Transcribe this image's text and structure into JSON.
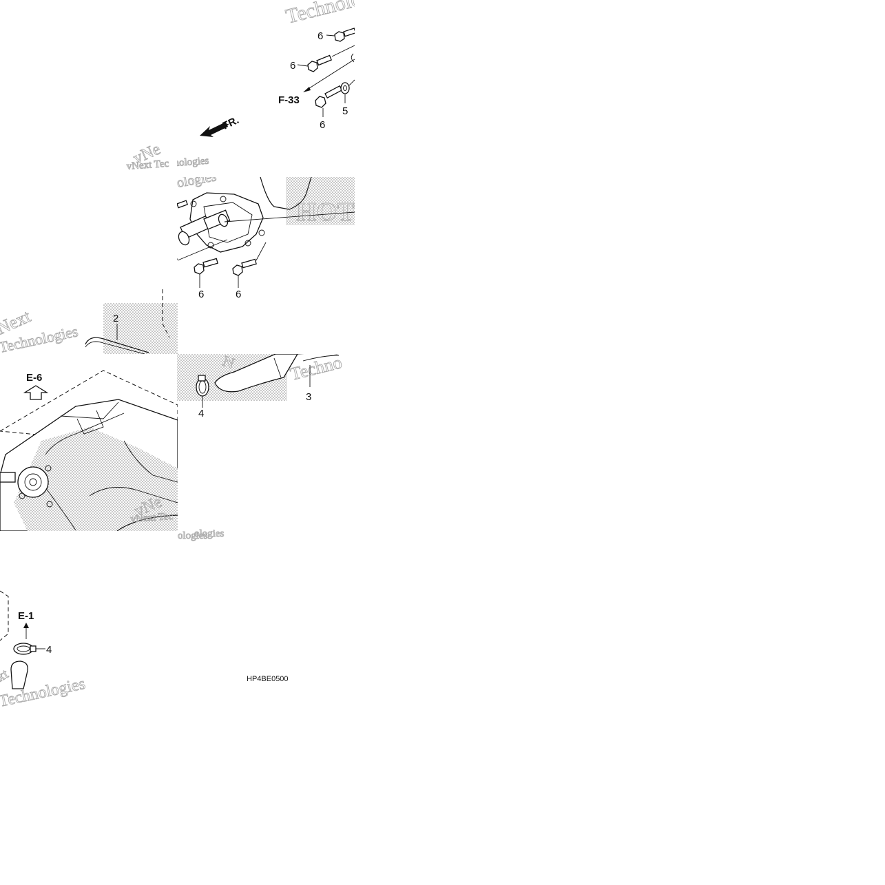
{
  "diagram": {
    "callouts": {
      "c1": "6",
      "c2": "6",
      "c3": "6",
      "c4": "5",
      "c5": "6",
      "c6": "6",
      "c7": "2",
      "c8": "3",
      "c9": "4",
      "c10": "4"
    },
    "references": {
      "f33": "F-33",
      "e6": "E-6",
      "e1": "E-1"
    },
    "front_arrow": "FR.",
    "drawing_code": "HP4BE0500",
    "watermarks": [
      "Technologies",
      "vNext Technologies"
    ]
  }
}
